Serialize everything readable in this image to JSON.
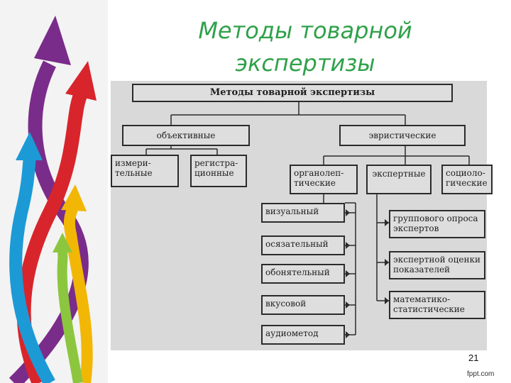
{
  "slide": {
    "title_line1": "Методы товарной",
    "title_line2": "экспертизы",
    "page_number": "21",
    "footer": "fppt.com",
    "title_color": "#2fa14a"
  },
  "diagram": {
    "root": "Методы товарной экспертизы",
    "objective": "объективные",
    "heuristic": "эвристические",
    "measuring": "измери-\nтельные",
    "registration": "регистра-\nционные",
    "organoleptic": "органолеп-\nтические",
    "expert": "экспертные",
    "sociological": "социоло-\nгические",
    "organoleptic_items": [
      "визуальный",
      "осязательный",
      "обонятельный",
      "вкусовой",
      "аудиометод"
    ],
    "expert_items": [
      "группового опроса\nэкспертов",
      "экспертной  оценки\nпоказателей",
      "математико-\nстатистические"
    ]
  }
}
